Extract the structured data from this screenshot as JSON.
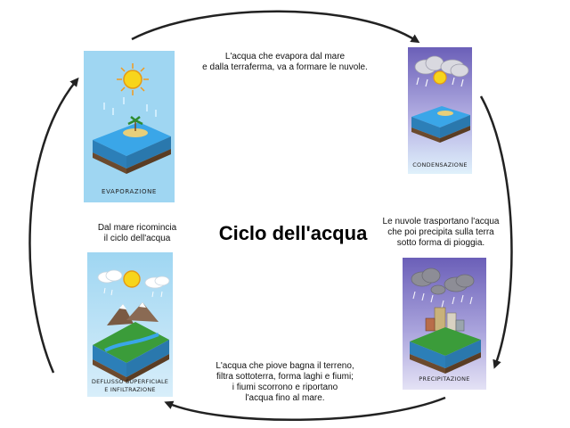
{
  "title": "Ciclo dell'acqua",
  "stages": {
    "evaporation": {
      "label": "EVAPORAZIONE",
      "text_lines": [
        "L'acqua che evapora dal mare",
        "e dalla terraferma, va a formare le nuvole."
      ]
    },
    "condensation": {
      "label": "CONDENSAZIONE",
      "text_lines": [
        "Le nuvole trasportano l'acqua",
        "che poi precipita sulla terra",
        "sotto forma di pioggia."
      ]
    },
    "precipitation": {
      "label": "PRECIPITAZIONE",
      "text_lines": [
        "L'acqua che piove bagna il terreno,",
        "filtra sottoterra, forma laghi e fiumi;",
        "i fiumi scorrono e riportano",
        "l'acqua fino al mare."
      ]
    },
    "runoff": {
      "label_lines": [
        "DEFLUSSO SUPERFICIALE",
        "E INFILTRAZIONE"
      ],
      "text_lines": [
        "Dal mare ricomincia",
        "il ciclo dell'acqua"
      ]
    }
  },
  "colors": {
    "sky_day": "#9fd6f2",
    "sky_storm": "#6b5fb8",
    "sea": "#3aa6e8",
    "soil": "#6b4a2e",
    "grass": "#3b9c3a",
    "sun": "#f7d51c",
    "arrow": "#222222"
  }
}
